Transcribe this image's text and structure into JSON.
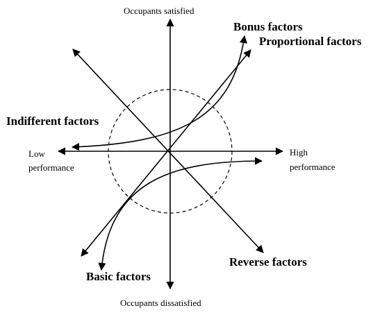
{
  "axes": {
    "y_top": "Occupants satisfied",
    "y_bottom": "Occupants dissatisfied",
    "x_left_line1": "Low",
    "x_left_line2": "performance",
    "x_right_line1": "High",
    "x_right_line2": "performance"
  },
  "factors": {
    "bonus": "Bonus factors",
    "proportional": "Proportional factors",
    "indifferent": "Indifferent factors",
    "basic": "Basic factors",
    "reverse": "Reverse factors"
  },
  "colors": {
    "stroke": "#000000",
    "background": "#ffffff"
  }
}
